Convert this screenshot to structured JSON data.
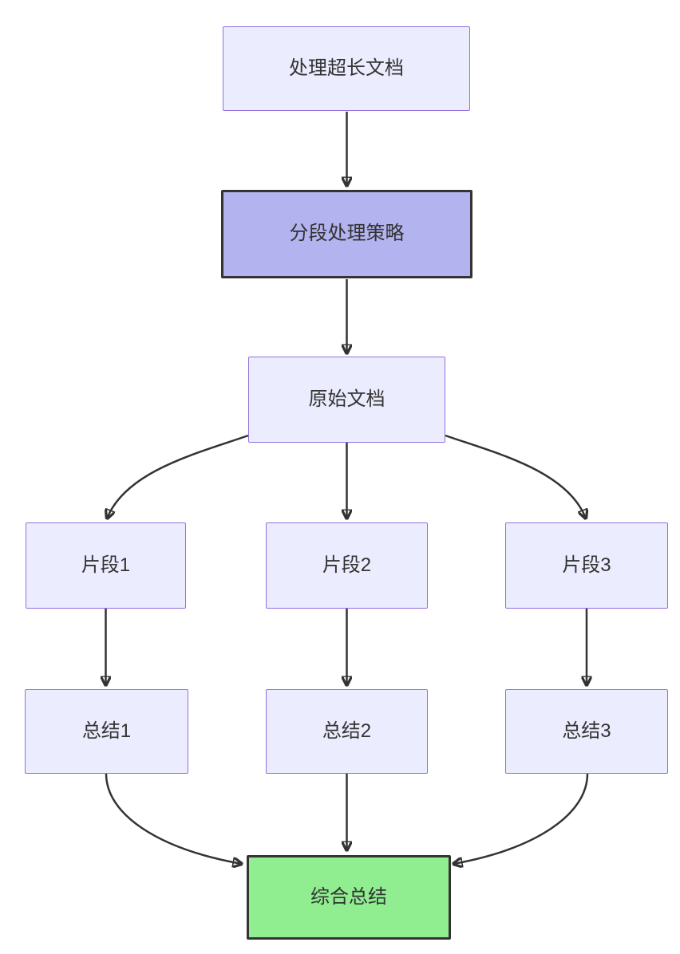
{
  "diagram": {
    "type": "flowchart",
    "direction": "top-down",
    "nodes": [
      {
        "id": "A",
        "label": "处理超长文档",
        "variant": "default"
      },
      {
        "id": "B",
        "label": "分段处理策略",
        "variant": "highlight"
      },
      {
        "id": "C",
        "label": "原始文档",
        "variant": "default"
      },
      {
        "id": "D1",
        "label": "片段1",
        "variant": "default"
      },
      {
        "id": "D2",
        "label": "片段2",
        "variant": "default"
      },
      {
        "id": "D3",
        "label": "片段3",
        "variant": "default"
      },
      {
        "id": "E1",
        "label": "总结1",
        "variant": "default"
      },
      {
        "id": "E2",
        "label": "总结2",
        "variant": "default"
      },
      {
        "id": "E3",
        "label": "总结3",
        "variant": "default"
      },
      {
        "id": "F",
        "label": "综合总结",
        "variant": "result"
      }
    ],
    "edges": [
      {
        "from": "A",
        "to": "B"
      },
      {
        "from": "B",
        "to": "C"
      },
      {
        "from": "C",
        "to": "D1"
      },
      {
        "from": "C",
        "to": "D2"
      },
      {
        "from": "C",
        "to": "D3"
      },
      {
        "from": "D1",
        "to": "E1"
      },
      {
        "from": "D2",
        "to": "E2"
      },
      {
        "from": "D3",
        "to": "E3"
      },
      {
        "from": "E1",
        "to": "F"
      },
      {
        "from": "E2",
        "to": "F"
      },
      {
        "from": "E3",
        "to": "F"
      }
    ],
    "colors": {
      "background": "#FFFFFF",
      "node_fill": "#ECECFF",
      "node_border": "#9370DB",
      "highlight_fill": "#B3B3F0",
      "highlight_border": "#333333",
      "result_fill": "#90EE90",
      "result_border": "#333333",
      "edge": "#333333",
      "text": "#333333"
    }
  }
}
